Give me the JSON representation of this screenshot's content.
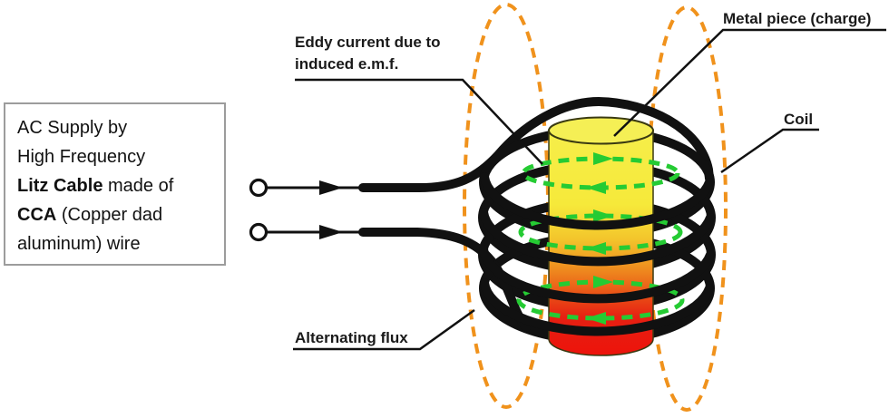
{
  "supply_box": {
    "line1": "AC Supply by",
    "line2": "High Frequency",
    "line3_bold": "Litz Cable",
    "line3_rest": " made of",
    "line4_bold": "CCA",
    "line4_rest": " (Copper dad",
    "line5": "aluminum) wire"
  },
  "labels": {
    "eddy_line1": "Eddy current due to",
    "eddy_line2": "induced e.m.f.",
    "metal_piece": "Metal piece (charge)",
    "coil": "Coil",
    "alternating_flux": "Alternating flux"
  },
  "colors": {
    "flux_orange": "#F0921C",
    "eddy_green": "#25CB33",
    "wire_black": "#111111",
    "cylinder_top_face": "#F5EF55",
    "gradient": [
      "#F6EE4A",
      "#F6E93A",
      "#F3C62C",
      "#EF9420",
      "#EA5617",
      "#E62012",
      "#ED130B"
    ],
    "box_border": "#9C9C9C",
    "label_text": "#1A1A1A"
  }
}
